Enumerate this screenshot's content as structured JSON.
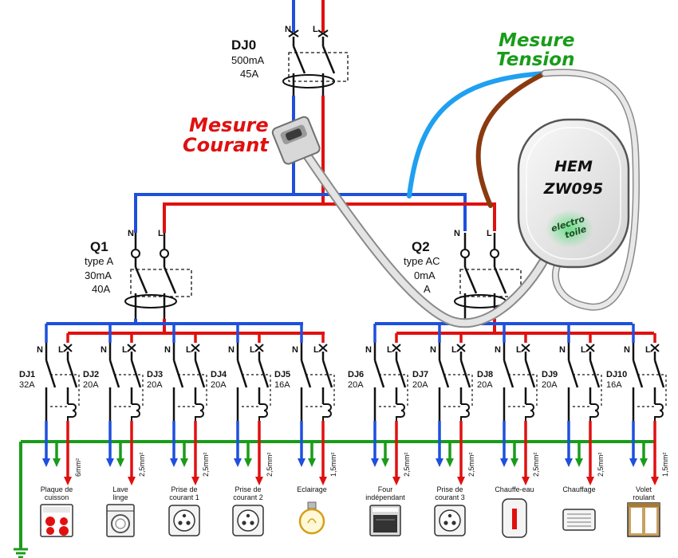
{
  "main_breaker": {
    "name": "DJ0",
    "sensitivity": "500mA",
    "rating": "45A",
    "n": "N",
    "l": "L"
  },
  "measure_voltage": {
    "line1": "Mesure",
    "line2": "Tension",
    "color": "#1a9c1a"
  },
  "measure_current": {
    "line1": "Mesure",
    "line2": "Courant",
    "color": "#e01010"
  },
  "meter": {
    "line1": "HEM",
    "line2": "ZW095",
    "brand1": "electro",
    "brand2": "toile"
  },
  "rcd1": {
    "name": "Q1",
    "type": "type A",
    "sensitivity": "30mA",
    "rating": "40A",
    "n": "N",
    "l": "L"
  },
  "rcd2": {
    "name": "Q2",
    "type": "type AC",
    "sensitivity": "0mA",
    "rating": "A",
    "n": "N",
    "l": "L"
  },
  "colors": {
    "neutral": "#1e50dc",
    "live": "#e01010",
    "earth": "#1a9c1a"
  },
  "circuits": [
    {
      "name": "DJ1",
      "rating": "32A",
      "section": "6mm²",
      "label1": "Plaque de",
      "label2": "cuisson",
      "icon": "hob-icon"
    },
    {
      "name": "DJ2",
      "rating": "20A",
      "section": "2,5mm²",
      "label1": "Lave",
      "label2": "linge",
      "icon": "washing-machine-icon"
    },
    {
      "name": "DJ3",
      "rating": "20A",
      "section": "2,5mm²",
      "label1": "Prise de",
      "label2": "courant 1",
      "icon": "socket-icon"
    },
    {
      "name": "DJ4",
      "rating": "20A",
      "section": "2,5mm²",
      "label1": "Prise de",
      "label2": "courant 2",
      "icon": "socket-icon"
    },
    {
      "name": "DJ5",
      "rating": "16A",
      "section": "1,5mm²",
      "label1": "Eclairage",
      "label2": "",
      "icon": "bulb-icon"
    },
    {
      "name": "DJ6",
      "rating": "20A",
      "section": "2,5mm²",
      "label1": "Four",
      "label2": "indépendant",
      "icon": "oven-icon"
    },
    {
      "name": "DJ7",
      "rating": "20A",
      "section": "2,5mm²",
      "label1": "Prise de",
      "label2": "courant 3",
      "icon": "socket-icon"
    },
    {
      "name": "DJ8",
      "rating": "20A",
      "section": "2,5mm²",
      "label1": "Chauffe-eau",
      "label2": "",
      "icon": "water-heater-icon"
    },
    {
      "name": "DJ9",
      "rating": "20A",
      "section": "2,5mm²",
      "label1": "Chauffage",
      "label2": "",
      "icon": "radiator-icon"
    },
    {
      "name": "DJ10",
      "rating": "16A",
      "section": "1,5mm²",
      "label1": "Volet",
      "label2": "roulant",
      "icon": "shutter-icon"
    }
  ]
}
